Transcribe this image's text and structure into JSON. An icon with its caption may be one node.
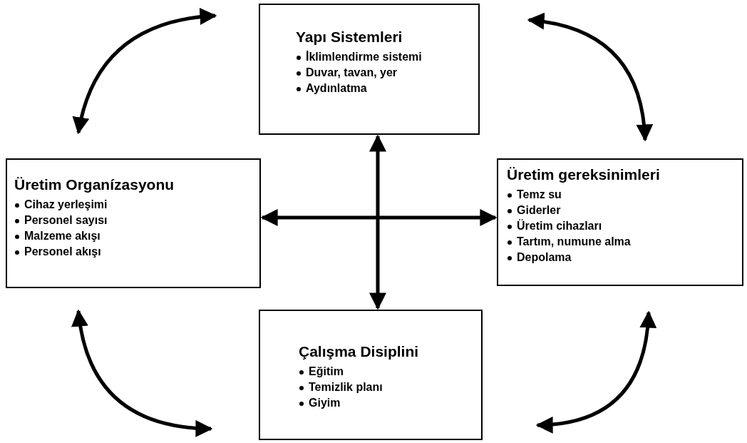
{
  "diagram": {
    "nodes": [
      {
        "text": [
          "Yapı Sistemleri",
          "İklimlendirme sistemi",
          "Duvar, tavan, yer",
          "Aydınlatma"
        ]
      },
      {
        "text": [
          "Üretim Organízasyonu",
          "Cihaz yerleşimi",
          "Personel sayısı",
          "Malzeme akışı",
          "Personel akışı"
        ]
      },
      {
        "text": [
          "Üretim gereksinimleri",
          "Temz su",
          "Giderler",
          "Üretim cihazları",
          "Tartım, numune alma",
          "Depolama"
        ]
      },
      {
        "text": [
          "Çalışma Disiplini",
          "Eğitim",
          "Temizlik planı",
          "Giyim"
        ]
      }
    ],
    "edges": [
      {
        "from": 0,
        "to": 3,
        "arrow": "both"
      },
      {
        "from": 1,
        "to": 2,
        "arrow": "both"
      },
      {
        "from": 0,
        "to": 1,
        "arrow": "both"
      },
      {
        "from": 0,
        "to": 2,
        "arrow": "both"
      },
      {
        "from": 1,
        "to": 3,
        "arrow": "both"
      },
      {
        "from": 2,
        "to": 3,
        "arrow": "both"
      }
    ]
  }
}
